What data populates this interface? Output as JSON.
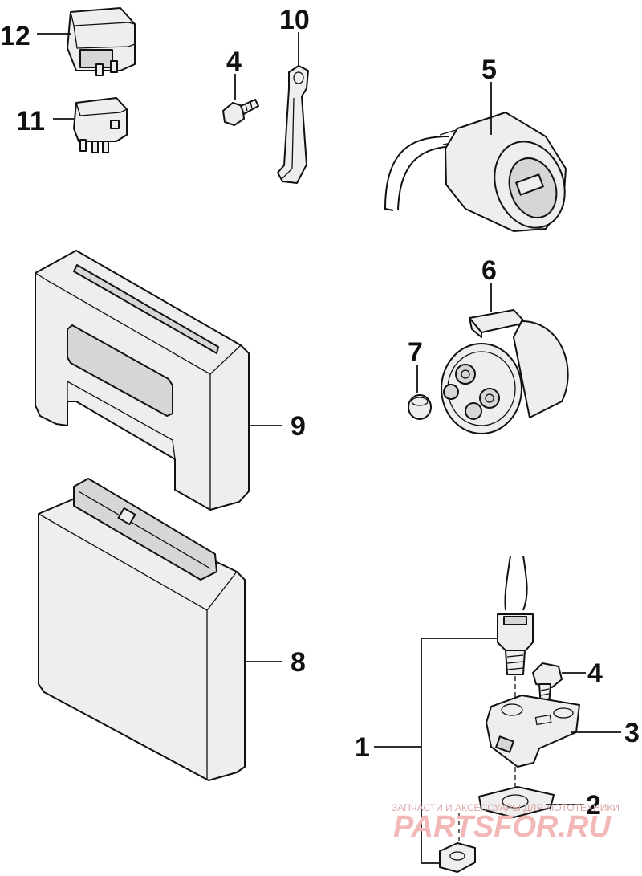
{
  "callouts": [
    {
      "id": "12",
      "label": "12"
    },
    {
      "id": "11",
      "label": "11"
    },
    {
      "id": "4a",
      "label": "4"
    },
    {
      "id": "10",
      "label": "10"
    },
    {
      "id": "5",
      "label": "5"
    },
    {
      "id": "6",
      "label": "6"
    },
    {
      "id": "7",
      "label": "7"
    },
    {
      "id": "9",
      "label": "9"
    },
    {
      "id": "8",
      "label": "8"
    },
    {
      "id": "4b",
      "label": "4"
    },
    {
      "id": "3",
      "label": "3"
    },
    {
      "id": "1",
      "label": "1"
    },
    {
      "id": "2",
      "label": "2"
    }
  ],
  "watermark": {
    "tagline": "ЗАПЧАСТИ И АКСЕССУАРЫ ДЛЯ МОТОТЕХНИКИ",
    "site": "PARTSFOR.RU"
  }
}
